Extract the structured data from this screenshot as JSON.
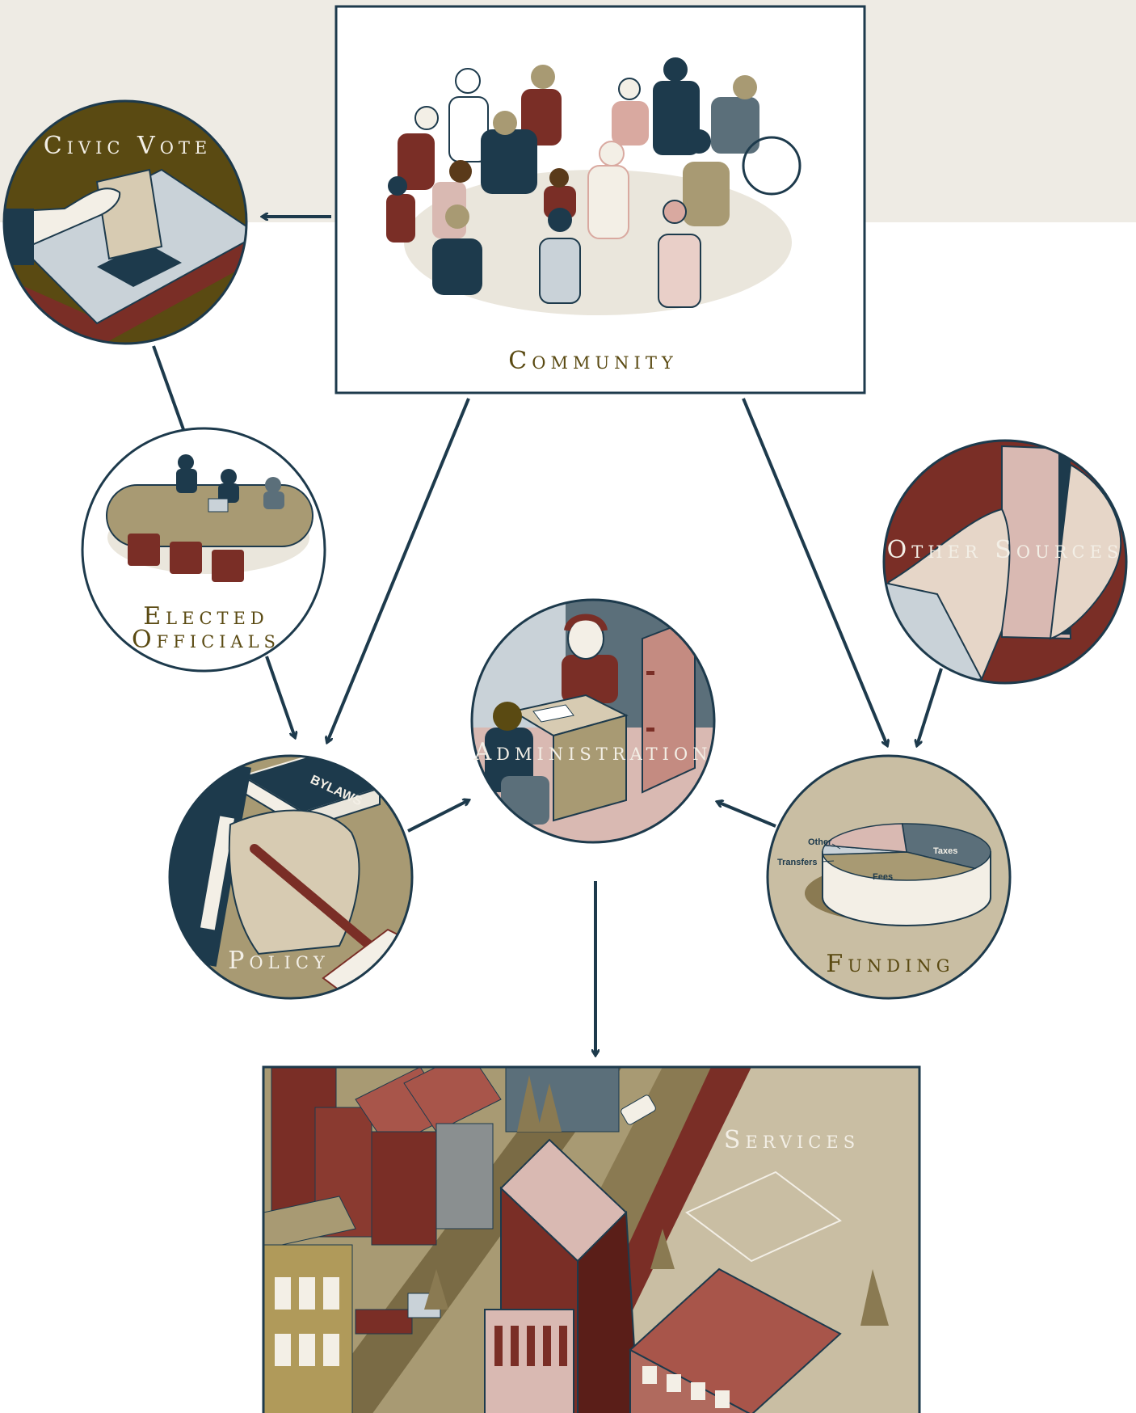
{
  "nodes": {
    "community": "Community",
    "civic_vote": "Civic Vote",
    "elected_officials": [
      "Elected",
      "Officials"
    ],
    "other_sources": "Other Sources",
    "administration": "Administration",
    "policy": "Policy",
    "funding": "Funding",
    "services": "Services"
  },
  "bylaws_label": "BYLAWS",
  "funding_pie": {
    "slices": [
      {
        "name": "Taxes"
      },
      {
        "name": "Fees"
      },
      {
        "name": "Transfers"
      },
      {
        "name": "Other"
      }
    ]
  },
  "colors": {
    "navy": "#1d3a4c",
    "olive": "#5a4a12",
    "maroon": "#7a2e26",
    "tan": "#c9bea3",
    "khaki": "#a89a73",
    "slate": "#8fa1aa",
    "pink": "#d9b9b2",
    "band": "#eeebe4"
  }
}
